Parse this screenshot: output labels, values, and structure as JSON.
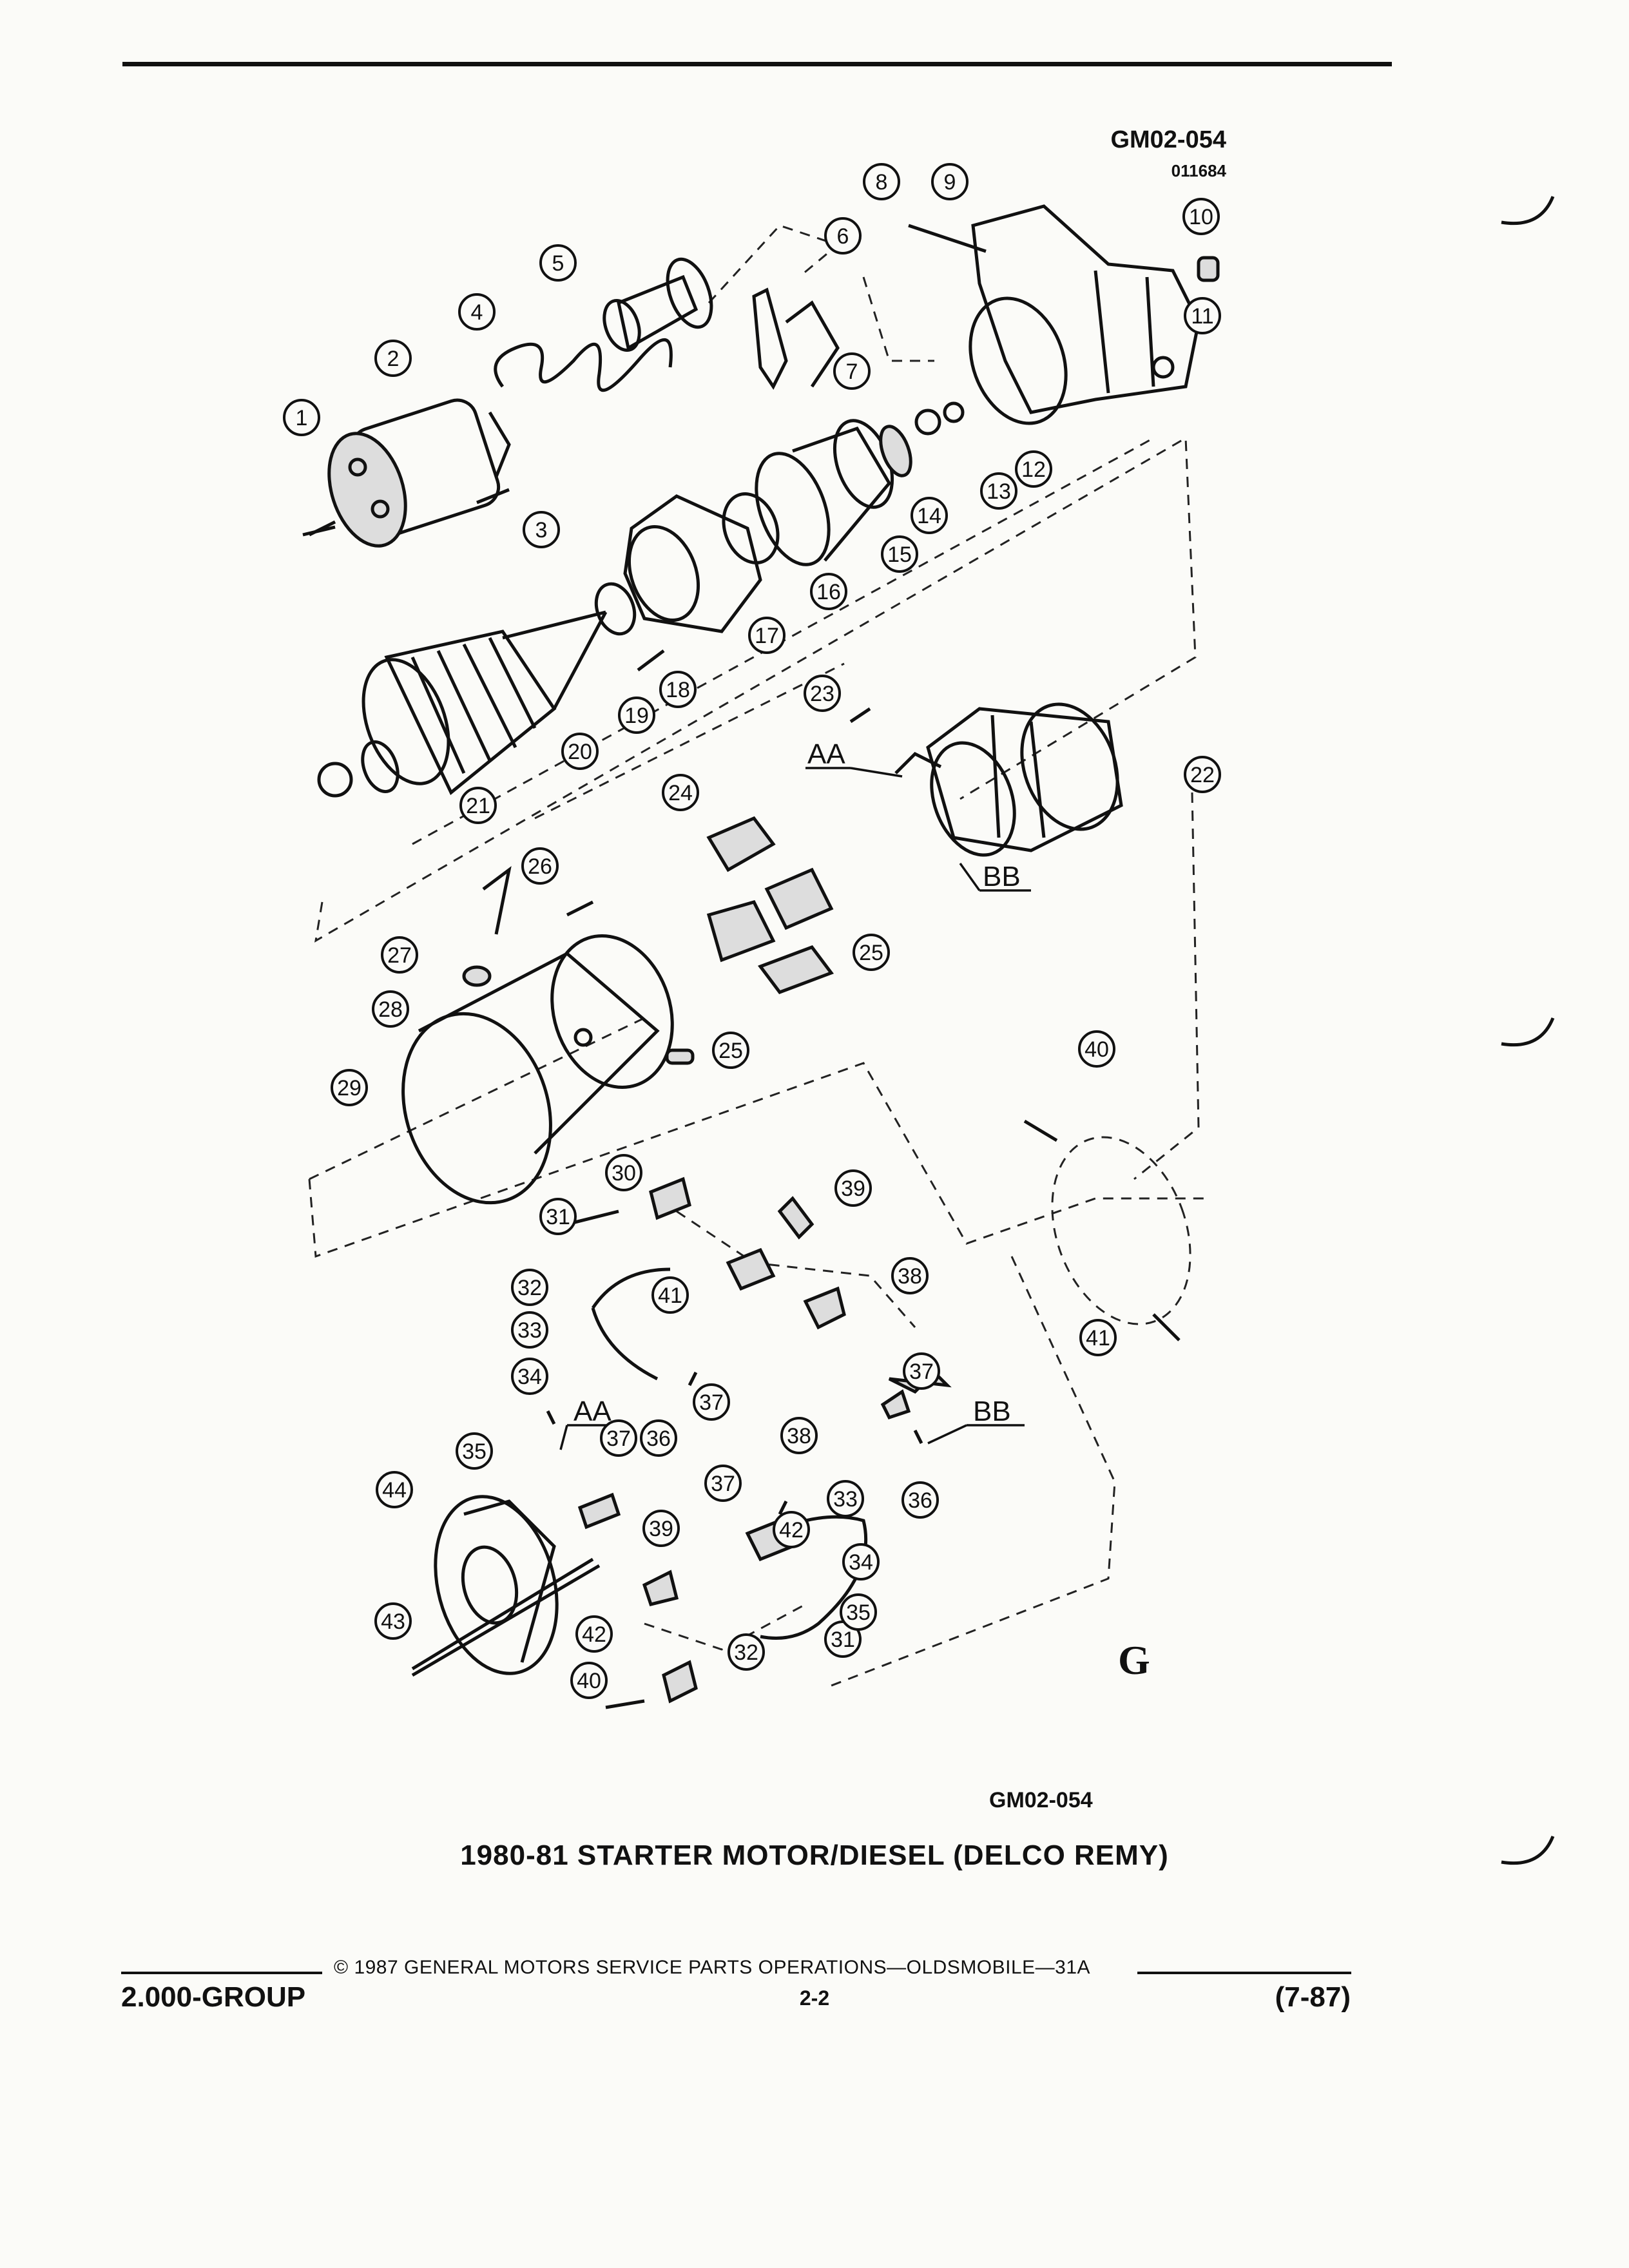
{
  "header": {
    "ref_code": "GM02-054",
    "ref_number": "011684"
  },
  "diagram": {
    "view_labels": [
      "AA",
      "BB"
    ],
    "logo_letter": "G",
    "callouts": [
      "1",
      "2",
      "3",
      "4",
      "5",
      "6",
      "7",
      "8",
      "9",
      "10",
      "11",
      "12",
      "13",
      "14",
      "15",
      "16",
      "17",
      "18",
      "19",
      "20",
      "21",
      "22",
      "23",
      "24",
      "25",
      "25",
      "26",
      "27",
      "28",
      "29",
      "30",
      "31",
      "32",
      "33",
      "34",
      "35",
      "36",
      "37",
      "38",
      "39",
      "40",
      "41",
      "41",
      "42",
      "31",
      "32",
      "33",
      "34",
      "35",
      "36",
      "37",
      "37",
      "38",
      "39",
      "40",
      "42",
      "43",
      "44",
      "37"
    ]
  },
  "caption": {
    "ref_code": "GM02-054",
    "title": "1980-81 STARTER MOTOR/DIESEL (DELCO REMY)"
  },
  "footer": {
    "group": "2.000-GROUP",
    "copyright": "© 1987 GENERAL MOTORS SERVICE PARTS OPERATIONS—OLDSMOBILE—31A",
    "page": "2-2",
    "revision": "(7-87)"
  }
}
